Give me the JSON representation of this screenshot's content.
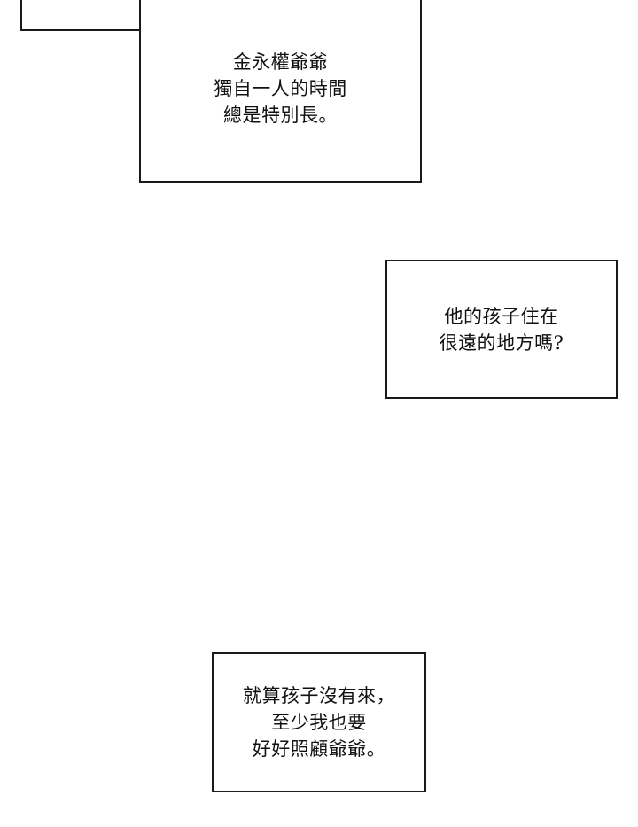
{
  "captions": [
    {
      "lines": [
        "金永權爺爺",
        "獨自一人的時間",
        "總是特別長。"
      ]
    },
    {
      "lines": [
        "他的孩子住在",
        "很遠的地方嗎?"
      ]
    },
    {
      "lines": [
        "就算孩子沒有來，",
        "至少我也要",
        "好好照顧爺爺。"
      ]
    }
  ]
}
